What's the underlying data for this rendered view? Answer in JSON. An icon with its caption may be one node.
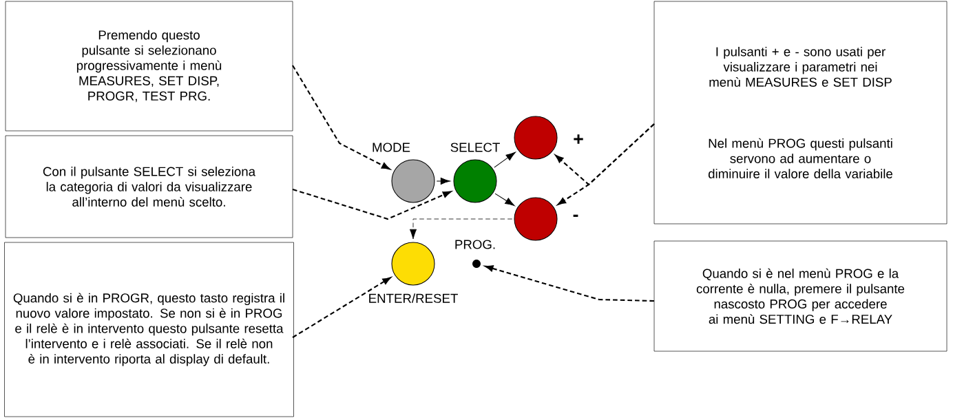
{
  "diagram": {
    "nodes": [
      {
        "text": [
          "Premendo questo pulsante si selezionano progressivamente i menù MEASURES, SET DISP, PROGR, TEST PRG."
        ]
      },
      {
        "text": [
          "Con il pulsante SELECT si seleziona la categoria di valori da visualizzare all’interno del menù scelto."
        ]
      },
      {
        "text": [
          "Quando si è in PROGR, questo tasto registra il nuovo valore impostato. Se non si è in PROG e il relè è in intervento questo pulsante resetta l’intervento e i relè associati. Se il relè non è in intervento riporta al display di default."
        ]
      },
      {
        "text": [
          "I pulsanti + e - sono usati per visualizzare i parametri nei menù MEASURES e SET DISP",
          "Nel menù PROG questi pulsanti servono ad aumentare o diminuire il valore della variabile"
        ]
      },
      {
        "text": [
          "Quando si è nel menù PROG e la corrente è nulla, premere il pulsante nascosto PROG per accedere ai menù SETTING e F→RELAY"
        ]
      },
      {
        "text": [],
        "shape": "circle",
        "beside": [
          "MODE"
        ]
      },
      {
        "text": [],
        "shape": "circle",
        "beside": [
          "SELECT"
        ]
      },
      {
        "text": [],
        "shape": "circle",
        "beside": [
          "+"
        ]
      },
      {
        "text": [],
        "shape": "circle",
        "beside": [
          "-"
        ]
      },
      {
        "text": [],
        "shape": "circle",
        "beside": [
          "ENTER/RESET"
        ]
      },
      {
        "text": [],
        "shape": "circle",
        "beside": [
          "PROG."
        ]
      }
    ],
    "edges": [
      {
        "from": 0,
        "to": 5,
        "arrow": "to",
        "style": "dashed"
      },
      {
        "from": 1,
        "to": 6,
        "arrow": "to",
        "style": "dashed"
      },
      {
        "from": 2,
        "to": 9,
        "arrow": "to",
        "style": "dashed"
      },
      {
        "from": 3,
        "to": 7,
        "arrow": "to",
        "style": "dashed"
      },
      {
        "from": 3,
        "to": 8,
        "arrow": "to",
        "style": "dashed"
      },
      {
        "from": 4,
        "to": 10,
        "arrow": "to",
        "style": "dashed"
      },
      {
        "from": 5,
        "to": 6,
        "arrow": "to"
      },
      {
        "from": 6,
        "to": 7,
        "arrow": "to"
      },
      {
        "from": 6,
        "to": 8,
        "arrow": "to"
      },
      {
        "from": 8,
        "to": 9,
        "arrow": "to",
        "style": "dashed"
      }
    ]
  }
}
